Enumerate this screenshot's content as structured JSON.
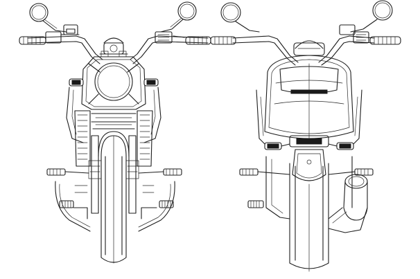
{
  "figure": {
    "views": [
      {
        "id": "front",
        "name": "front-view"
      },
      {
        "id": "rear",
        "name": "rear-view"
      }
    ],
    "palette": {
      "line": "#1c1c1c",
      "background": "#ffffff"
    }
  }
}
